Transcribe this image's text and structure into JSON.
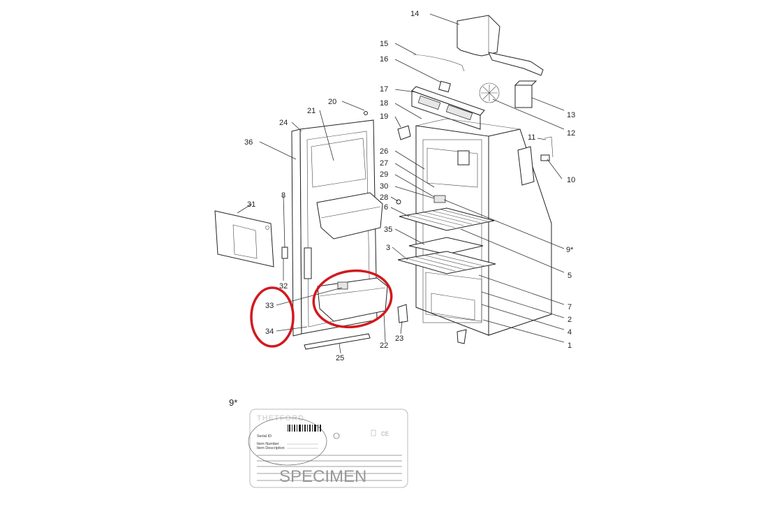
{
  "diagram": {
    "labels": {
      "p1": "1",
      "p2": "2",
      "p3": "3",
      "p4": "4",
      "p5": "5",
      "p6": "6",
      "p7": "7",
      "p8": "8",
      "p9": "9*",
      "p10": "10",
      "p11": "11",
      "p12": "12",
      "p13": "13",
      "p14": "14",
      "p15": "15",
      "p16": "16",
      "p17": "17",
      "p18": "18",
      "p19": "19",
      "p20": "20",
      "p21": "21",
      "p22": "22",
      "p23": "23",
      "p24": "24",
      "p25": "25",
      "p26": "26",
      "p27": "27",
      "p28": "28",
      "p29": "29",
      "p30": "30",
      "p31": "31",
      "p32": "32",
      "p33": "33",
      "p34": "34",
      "p35": "35",
      "p36": "36"
    },
    "inset": {
      "label": "9*",
      "brand": "THETFORD",
      "serial_label": "Serial ID",
      "item_number_label": "Item Number",
      "item_description_label": "Item Description",
      "stamp": "SPECIMEN",
      "ce_mark": "CE"
    },
    "colors": {
      "highlight": "#d2191e",
      "line": "#222222"
    }
  }
}
